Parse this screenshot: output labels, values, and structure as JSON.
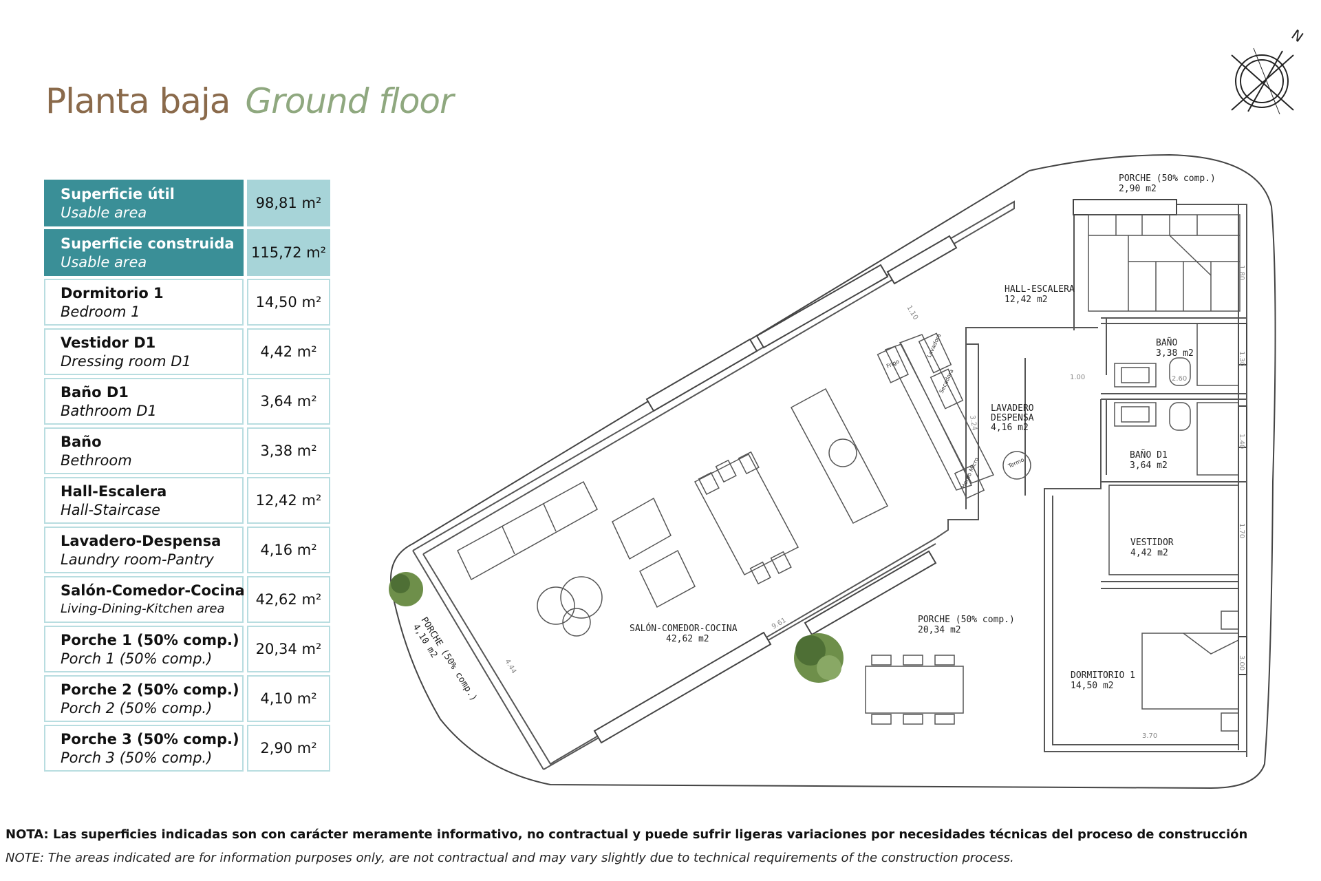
{
  "title": {
    "es": "Planta baja",
    "en": "Ground floor"
  },
  "compass": {
    "label": "N"
  },
  "area_table": [
    {
      "l1": "Superficie útil",
      "l2": "Usable area",
      "value": "98,81 m²",
      "head": true
    },
    {
      "l1": "Superficie construida",
      "l2": "Usable area",
      "value": "115,72 m²",
      "head": true
    },
    {
      "l1": "Dormitorio 1",
      "l2": "Bedroom 1",
      "value": "14,50 m²"
    },
    {
      "l1": "Vestidor D1",
      "l2": "Dressing room D1",
      "value": "4,42 m²"
    },
    {
      "l1": "Baño D1",
      "l2": "Bathroom D1",
      "value": "3,64 m²"
    },
    {
      "l1": "Baño",
      "l2": "Bethroom",
      "value": "3,38 m²"
    },
    {
      "l1": "Hall-Escalera",
      "l2": "Hall-Staircase",
      "value": "12,42 m²"
    },
    {
      "l1": "Lavadero-Despensa",
      "l2": "Laundry room-Pantry",
      "value": "4,16 m²"
    },
    {
      "l1": "Salón-Comedor-Cocina",
      "l2": "Living-Dining-Kitchen area",
      "value": "42,62 m²",
      "small": true
    },
    {
      "l1": "Porche 1 (50% comp.)",
      "l2": "Porch 1 (50% comp.)",
      "value": "20,34 m²"
    },
    {
      "l1": "Porche 2 (50% comp.)",
      "l2": "Porch 2 (50% comp.)",
      "value": "4,10 m²"
    },
    {
      "l1": "Porche 3 (50% comp.)",
      "l2": "Porch 3 (50% comp.)",
      "value": "2,90 m²"
    }
  ],
  "plan_labels": {
    "porche_top": "PORCHE (50% comp.)",
    "porche_top_area": "2,90 m2",
    "hall": "HALL-ESCALERA",
    "hall_area": "12,42 m2",
    "bano": "BAÑO",
    "bano_area": "3,38 m2",
    "lavadero": "LAVADERO",
    "despensa": "DESPENSA",
    "lavadero_area": "4,16 m2",
    "bano_d1": "BAÑO D1",
    "bano_d1_area": "3,64 m2",
    "vestidor": "VESTIDOR",
    "vestidor_area": "4,42 m2",
    "dormitorio": "DORMITORIO 1",
    "dormitorio_area": "14,50 m2",
    "salon": "SALÓN-COMEDOR-COCINA",
    "salon_area": "42,62 m2",
    "porche_right": "PORCHE (50% comp.)",
    "porche_right_area": "20,34 m2",
    "porche_left": "PORCHE (50% comp.)",
    "porche_left_area": "4,10 m2",
    "frigo": "Frigo",
    "lavadora": "Lavadora",
    "secadora": "Secadora",
    "termo": "Termo",
    "horno": "Horno Micro",
    "dim_110": "1.10",
    "dim_100": "1.00",
    "dim_260": "2.60",
    "dim_324": "3.24",
    "dim_130": "1.30",
    "dim_140": "1.40",
    "dim_170": "1.70",
    "dim_300": "3.00",
    "dim_370": "3.70",
    "dim_961": "9.61",
    "dim_444": "4.44",
    "dim_180": "1.80"
  },
  "notes": {
    "es": "NOTA: Las superficies indicadas son con carácter meramente informativo, no contractual y puede sufrir ligeras variaciones por necesidades técnicas del proceso de construcción",
    "en": "NOTE: The areas indicated are for information purposes only, are not contractual and may vary slightly due to technical requirements of the construction process."
  },
  "colors": {
    "teal": "#3a8f97",
    "teal_light": "#a7d4d8",
    "border": "#b8dde0",
    "brown": "#8a6a4b",
    "green": "#8fa87f"
  }
}
